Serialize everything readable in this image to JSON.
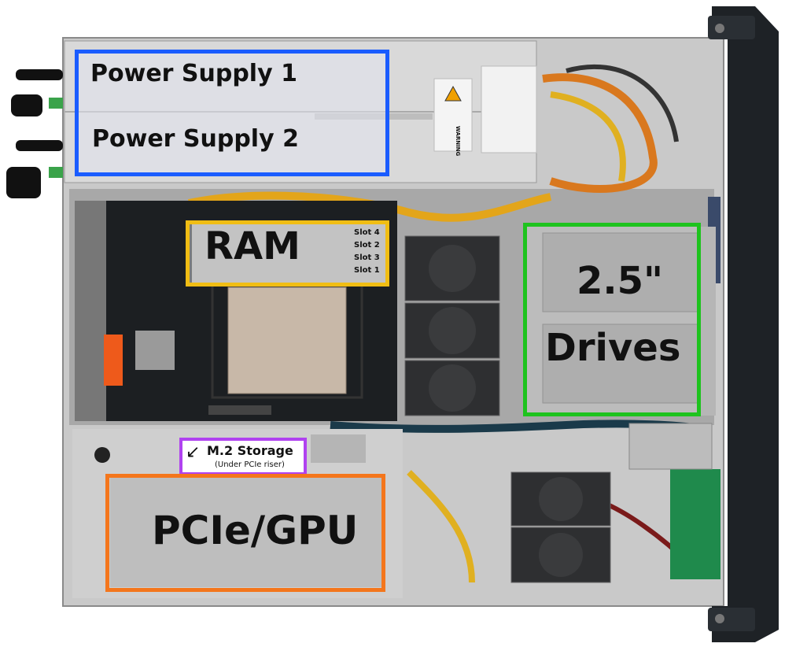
{
  "labels": {
    "psu1": "Power Supply 1",
    "psu2": "Power Supply 2",
    "ram": "RAM",
    "slot4": "Slot 4",
    "slot2": "Slot 2",
    "slot3": "Slot 3",
    "slot1": "Slot 1",
    "drives_line1": "2.5\"",
    "drives_line2": "Drives",
    "m2_title": "M.2 Storage",
    "m2_sub": "(Under PCIe riser)",
    "m2_arrow": "↙",
    "gpu": "PCIe/GPU",
    "psu_warning": "WARNING"
  },
  "colors": {
    "psu_border": "#1a5cff",
    "ram_border": "#f0bd14",
    "drives_border": "#1ec31e",
    "m2_border": "#b042f0",
    "gpu_border": "#f4761c"
  }
}
